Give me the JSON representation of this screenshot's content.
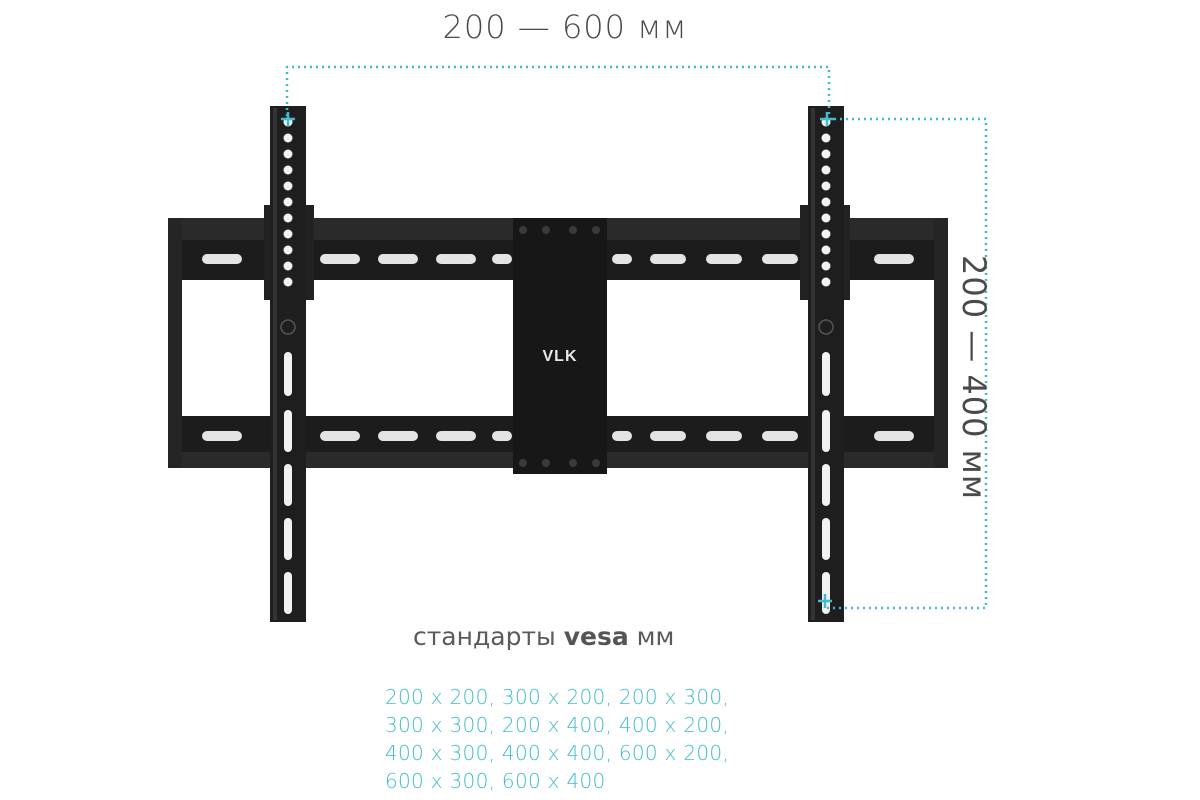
{
  "dimensions": {
    "horizontal": "200 — 600 мм",
    "vertical": "200 — 400 мм"
  },
  "brand_logo": "VLK",
  "standards": {
    "label_prefix": "стандарты",
    "label_bold": "vesa",
    "label_suffix": "мм",
    "lines": [
      "200 x 200, 300 x 200, 200 x 300,",
      "300 x 300, 200 x 400, 400 x 200,",
      "400 x 300, 400 x 400, 600 x 200,",
      "600 x 300, 600 x 400"
    ]
  },
  "colors": {
    "dimension_line": "#3fbcd0",
    "bracket": "#1e1e1e",
    "text": "#4a4a4a"
  }
}
